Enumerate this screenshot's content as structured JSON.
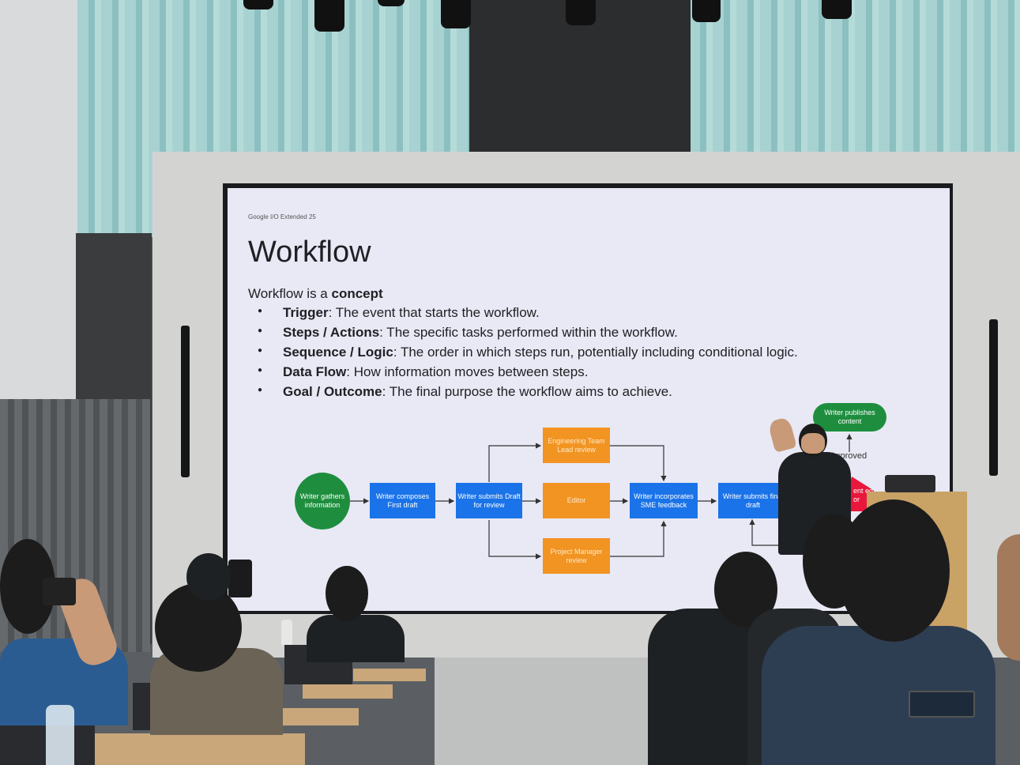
{
  "slide": {
    "header": "Google I/O Extended 25",
    "title": "Workflow",
    "intro_prefix": "Workflow is a ",
    "intro_bold": "concept",
    "bullets": [
      {
        "term": "Trigger",
        "text": ": The event that starts the workflow."
      },
      {
        "term": "Steps / Actions",
        "text": ": The specific tasks performed within the workflow."
      },
      {
        "term": "Sequence / Logic",
        "text": ": The order in which steps run, potentially including conditional logic."
      },
      {
        "term": "Data Flow",
        "text": ": How information moves between steps."
      },
      {
        "term": "Goal / Outcome",
        "text": ": The final purpose the workflow aims to achieve."
      }
    ]
  },
  "diagram": {
    "nodes": {
      "gather": "Writer gathers information",
      "compose": "Writer composes First draft",
      "submit_draft": "Writer submits Draft for review",
      "eng_lead": "Engineering Team Lead review",
      "editor": "Editor",
      "pm": "Project Manager review",
      "incorporate": "Writer incorporates SME feedback",
      "final": "Writer submits final draft",
      "publish": "Writer publishes content"
    },
    "approved_label": "Approved",
    "partial_label": "ent ed or"
  },
  "colors": {
    "slide_bg": "#e8e9f5",
    "node_blue": "#1a73e8",
    "node_orange": "#f29422",
    "node_green": "#1e8e3e"
  }
}
